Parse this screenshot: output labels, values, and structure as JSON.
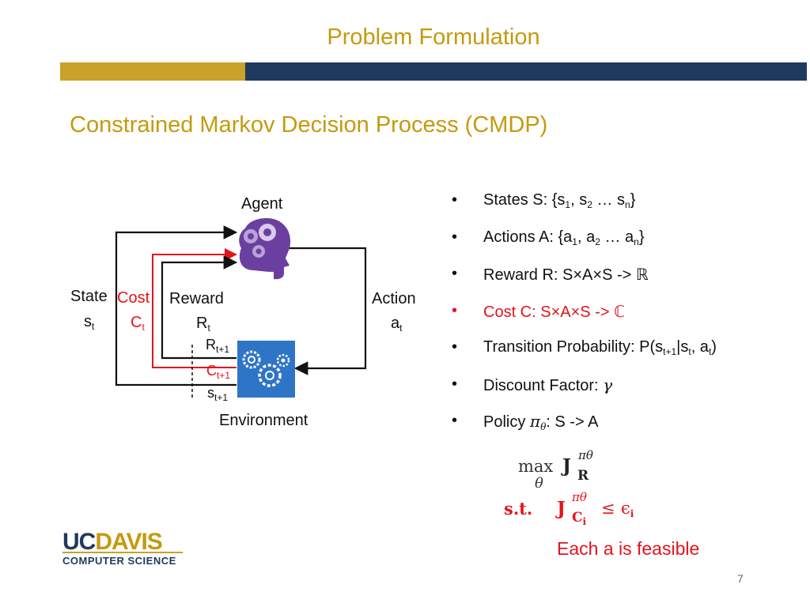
{
  "slide": {
    "title": "Problem Formulation",
    "heading": "Constrained Markov Decision Process (CMDP)",
    "page_number": "7"
  },
  "diagram": {
    "agent_label": "Agent",
    "environment_label": "Environment",
    "state_label": "State",
    "state_symbol": "s",
    "state_sub": "t",
    "cost_label": "Cost",
    "cost_symbol": "C",
    "cost_sub": "t",
    "reward_label": "Reward",
    "reward_symbol": "R",
    "reward_sub": "t",
    "action_label": "Action",
    "action_symbol": "a",
    "action_sub": "t",
    "next_reward": "R",
    "next_reward_sub": "t+1",
    "next_cost": "C",
    "next_cost_sub": "t+1",
    "next_state": "s",
    "next_state_sub": "t+1",
    "agent_icon": "head-gear-icon",
    "environment_icon": "gears-icon",
    "colors": {
      "purple": "#6B3FA0",
      "blue": "#2E75C7",
      "red": "#E4141B"
    }
  },
  "bullets": {
    "states": "States S: {s1, s2 … sn}",
    "actions": "Actions A: {a1, a2 … an}",
    "reward": "Reward R: S×A×S -> ℝ",
    "cost": "Cost C: S×A×S -> ℂ",
    "transition": "Transition Probability: P(st+1|st, at)",
    "discount": "Discount Factor: γ",
    "policy": "Policy πθ: S -> A"
  },
  "objective": {
    "max": "max",
    "theta": "θ",
    "J": "J",
    "pi_theta": "πθ",
    "R": "R",
    "st": "s.t.",
    "C": "C",
    "i": "i",
    "leq": "≤",
    "epsilon": "ϵ",
    "feasible_note": "Each a is feasible"
  },
  "logo": {
    "uc": "UC",
    "davis": "DAVIS",
    "dept": "COMPUTER SCIENCE"
  },
  "brand_colors": {
    "gold": "#C9A227",
    "navy": "#1E3A5F",
    "title_gold": "#C49A0E"
  }
}
